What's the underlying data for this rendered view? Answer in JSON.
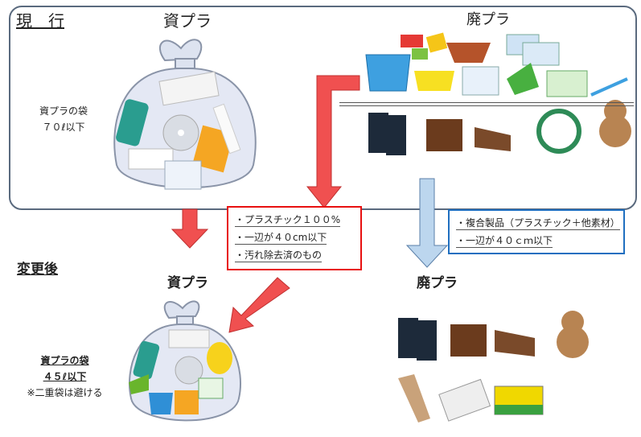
{
  "current": {
    "heading": "現　行",
    "recyclable_title": "資プラ",
    "waste_title": "廃プラ",
    "bag_label_line1": "資プラの袋",
    "bag_label_line2": "７０ℓ以下"
  },
  "recyclable_conditions": [
    "・プラスチック１００%",
    "・一辺が４０cm以下",
    "・汚れ除去済のもの"
  ],
  "waste_conditions": [
    "・複合製品（プラスチック＋他素材）",
    "・一辺が４０ｃｍ以下"
  ],
  "after": {
    "heading": "変更後",
    "recyclable_title": "資プラ",
    "waste_title": "廃プラ",
    "bag_label_line1": "資プラの袋",
    "bag_label_line2": "４５ℓ以下",
    "note": "※二重袋は避ける"
  },
  "colors": {
    "red_arrow": "#f05050",
    "blue_arrow": "#bcd6ee",
    "red_box": "#e81010",
    "blue_box": "#1f6fc0",
    "panel_border": "#5a6a7e"
  }
}
